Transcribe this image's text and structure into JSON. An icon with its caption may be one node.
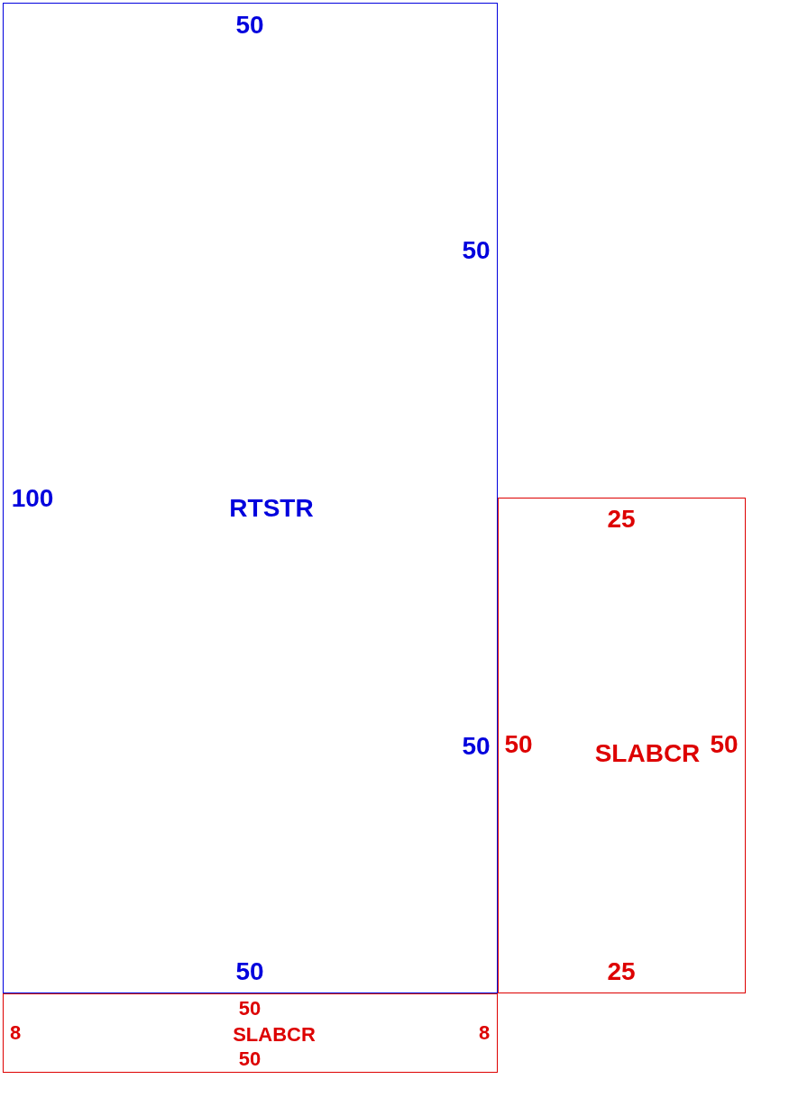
{
  "diagram": {
    "nodes": [
      {
        "text": [
          "50",
          "50",
          "100",
          "RTSTR",
          "50",
          "50"
        ]
      },
      {
        "text": [
          "25",
          "50",
          "SLABCR",
          "50",
          "25"
        ]
      },
      {
        "text": [
          "50",
          "8",
          "SLABCR",
          "8",
          "50"
        ]
      }
    ]
  }
}
